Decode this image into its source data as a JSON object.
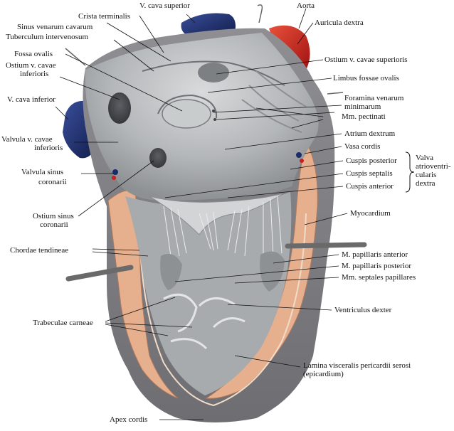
{
  "labels": {
    "v_cava_superior": "V. cava superior",
    "aorta": "Aorta",
    "crista_terminalis": "Crista terminalis",
    "sinus_venarum": "Sinus venarum cavarum",
    "auricula_dextra": "Auricula dextra",
    "tuberculum": "Tuberculum intervenosum",
    "fossa_ovalis": "Fossa ovalis",
    "ostium_cavae_inf_1": "Ostium v. cavae",
    "ostium_cavae_inf_2": "inferioris",
    "ostium_cavae_sup": "Ostium v. cavae superioris",
    "limbus": "Limbus fossae ovalis",
    "v_cava_inferior": "V. cava inferior",
    "foramina_1": "Foramina venarum",
    "foramina_2": "minimarum",
    "mm_pectinati": "Mm. pectinati",
    "valvula_cavae_1": "Valvula v. cavae",
    "valvula_cavae_2": "inferioris",
    "atrium_dextrum": "Atrium dextrum",
    "vasa_cordis": "Vasa cordis",
    "valvula_sinus_1": "Valvula sinus",
    "valvula_sinus_2": "coronarii",
    "cuspis_posterior": "Cuspis posterior",
    "cuspis_septalis": "Cuspis septalis",
    "cuspis_anterior": "Cuspis anterior",
    "valva_1": "Valva",
    "valva_2": "atrioventri-",
    "valva_3": "cularis",
    "valva_4": "dextra",
    "ostium_sinus_1": "Ostium sinus",
    "ostium_sinus_2": "coronarii",
    "myocardium": "Myocardium",
    "chordae": "Chordae tendineae",
    "m_pap_anterior": "M. papillaris anterior",
    "m_pap_posterior": "M. papillaris posterior",
    "mm_septales": "Mm. septales papillares",
    "ventriculus": "Ventriculus dexter",
    "trabeculae": "Trabeculae carneae",
    "lamina_1": "Lamina visceralis pericardii serosi",
    "lamina_2": "(epicardium)",
    "apex": "Apex cordis"
  },
  "colors": {
    "vena": "#1b2a6b",
    "aorta": "#c81e1e",
    "myocardium": "#e9b596",
    "interior": "#b9bcbe",
    "epicardium": "#8a8a8e",
    "leader": "#111111"
  }
}
